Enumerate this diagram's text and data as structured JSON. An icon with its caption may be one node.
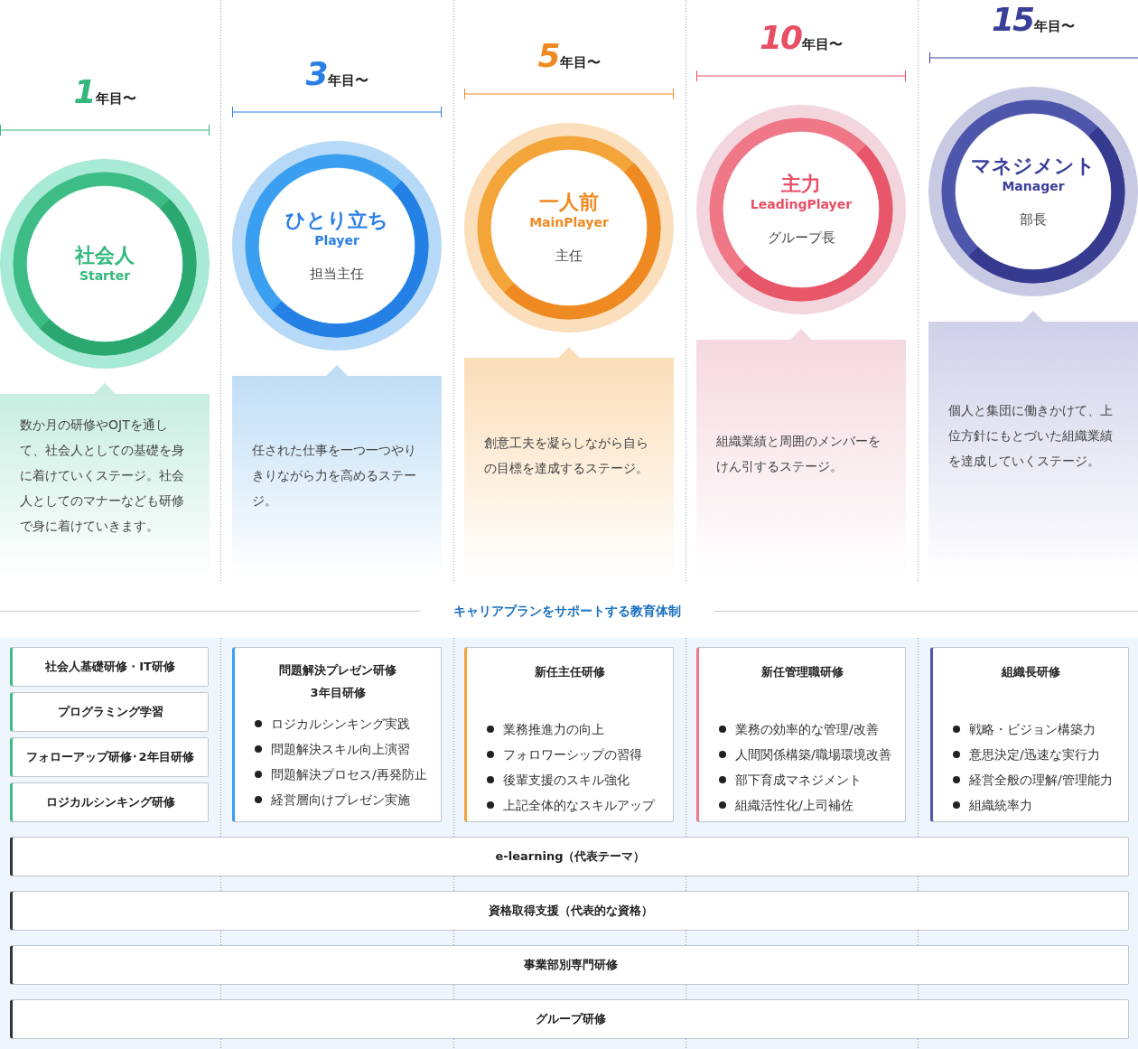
{
  "diagram": {
    "nodes": [
      {
        "text": [
          "社会人",
          "Starter"
        ],
        "beside": [
          "1年目〜"
        ]
      },
      {
        "text": [
          "数か月の研修やOJTを通して、社会人としての基礎を身に着けていくステージ。社会人としてのマナーなども研修で身に着けていきます。"
        ]
      },
      {
        "text": [
          "ひとり立ち",
          "Player",
          "担当主任"
        ],
        "beside": [
          "3年目〜"
        ]
      },
      {
        "text": [
          "任された仕事を一つ一つやりきりながら力を高めるステージ。"
        ]
      },
      {
        "text": [
          "一人前",
          "MainPlayer",
          "主任"
        ],
        "beside": [
          "5年目〜"
        ]
      },
      {
        "text": [
          "創意工夫を凝らしながら自らの目標を達成するステージ。"
        ]
      },
      {
        "text": [
          "主力",
          "LeadingPlayer",
          "グループ長"
        ],
        "beside": [
          "10年目〜"
        ]
      },
      {
        "text": [
          "組織業績と周囲のメンバーをけん引するステージ。"
        ]
      },
      {
        "text": [
          "マネジメント",
          "Manager",
          "部長"
        ],
        "beside": [
          "15年目〜"
        ]
      },
      {
        "text": [
          "個人と集団に働きかけて、上位方針にもとづいた組織業績を達成していくステージ。"
        ]
      },
      {
        "text": [
          "社会人基礎研修・IT研修"
        ]
      },
      {
        "text": [
          "プログラミング学習"
        ]
      },
      {
        "text": [
          "フォローアップ研修･2年目研修"
        ]
      },
      {
        "text": [
          "ロジカルシンキング研修"
        ]
      },
      {
        "text": [
          "問題解決プレゼン研修",
          "3年目研修",
          "ロジカルシンキング実践",
          "問題解決スキル向上演習",
          "問題解決プロセス/再発防止",
          "経営層向けプレゼン実施"
        ]
      },
      {
        "text": [
          "新任主任研修",
          "業務推進力の向上",
          "フォロワーシップの習得",
          "後輩支援のスキル強化",
          "上記全体的なスキルアップ"
        ]
      },
      {
        "text": [
          "新任管理職研修",
          "業務の効率的な管理/改善",
          "人間関係構築/職場環境改善",
          "部下育成マネジメント",
          "組織活性化/上司補佐"
        ]
      },
      {
        "text": [
          "組織長研修",
          "戦略・ビジョン構築力",
          "意思決定/迅速な実行力",
          "経営全般の理解/管理能力",
          "組織統率力"
        ]
      },
      {
        "text": [
          "e-learning（代表テーマ）"
        ]
      },
      {
        "text": [
          "資格取得支援（代表的な資格）"
        ]
      },
      {
        "text": [
          "事業部別専門研修"
        ]
      },
      {
        "text": [
          "グループ研修"
        ]
      }
    ],
    "labels": [
      "キャリアプランをサポートする教育体制"
    ]
  }
}
